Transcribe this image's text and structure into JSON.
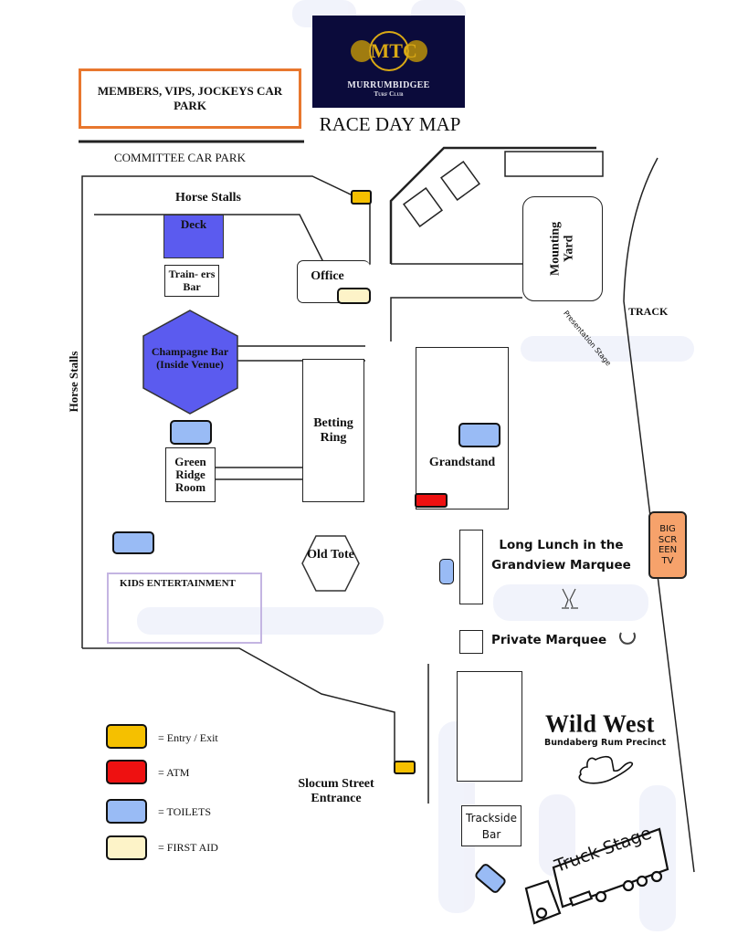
{
  "header": {
    "logo_name": "MURRUMBIDGEE",
    "logo_sub": "Turf Club",
    "logo_monogram": "MTC",
    "title": "RACE DAY MAP"
  },
  "areas": {
    "members_car_park": "MEMBERS, VIPS, JOCKEYS CAR PARK",
    "committee_car_park": "COMMITTEE CAR PARK",
    "horse_stalls_top": "Horse Stalls",
    "horse_stalls_side": "Horse Stalls",
    "deck": "Deck",
    "trainers_bar": "Train- ers Bar",
    "office": "Office",
    "mounting_yard": "Mounting Yard",
    "track": "TRACK",
    "presentation_stage": "Presentation Stage",
    "champagne_bar": "Champagne Bar (Inside Venue)",
    "betting_ring": "Betting Ring",
    "grandstand": "Grandstand",
    "green_ridge_room": "Green Ridge Room",
    "big_screen": "BIG SCR EEN TV",
    "kids_entertainment": "KIDS ENTERTAINMENT",
    "old_tote": "Old Tote",
    "long_lunch": "Long Lunch in the Grandview Marquee",
    "private_marquee": "Private Marquee",
    "wild_west_title": "Wild West",
    "wild_west_sub": "Bundaberg Rum Precinct",
    "slocum_entrance": "Slocum Street Entrance",
    "trackside_bar": "Trackside Bar",
    "truck_stage": "Truck Stage"
  },
  "legend": [
    {
      "label": "= Entry / Exit",
      "color": "#f5c000"
    },
    {
      "label": "= ATM",
      "color": "#ee1111"
    },
    {
      "label": "= TOILETS",
      "color": "#99bbf5"
    },
    {
      "label": "= FIRST AID",
      "color": "#fdf3c8"
    }
  ],
  "colors": {
    "venue": "#5b5bef",
    "navy": "#0b0b3b",
    "gold": "#d9a915",
    "orange": "#e8772e",
    "screen": "#f6a26b",
    "kids_border": "#c4b5e2"
  }
}
